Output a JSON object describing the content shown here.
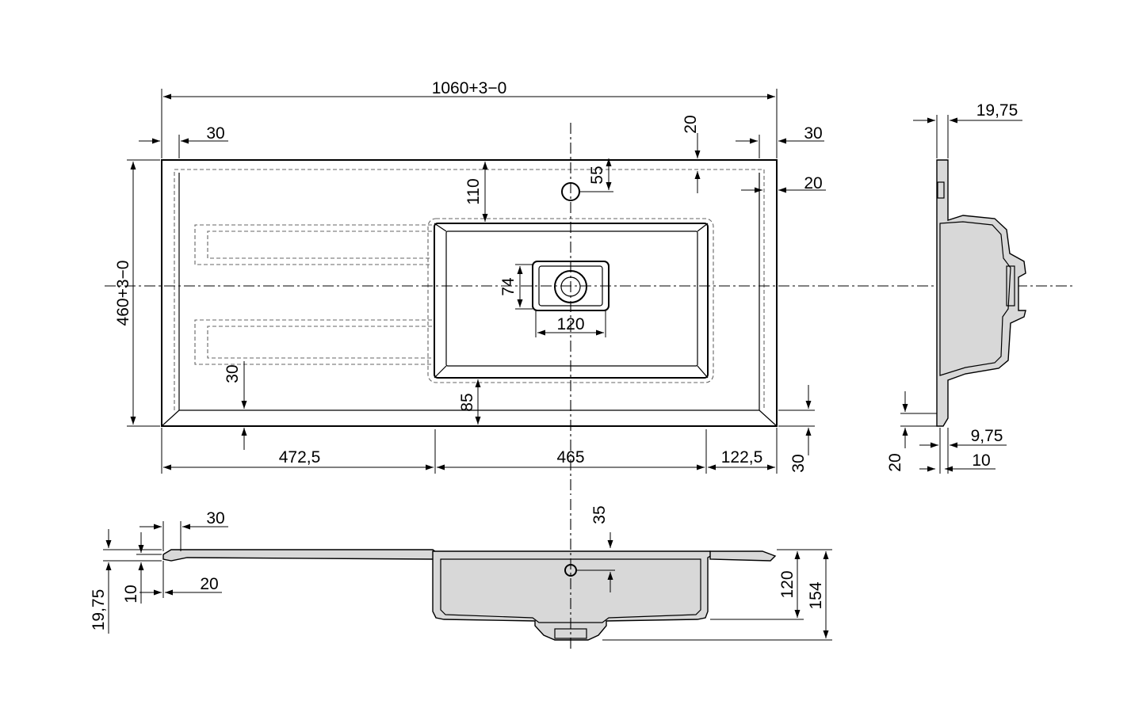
{
  "drawing": {
    "plan": {
      "overall_width": "1060+3−0",
      "overall_depth": "460+3−0",
      "edge_left": "30",
      "edge_right": "30",
      "back_rim": "20",
      "side_rim": "20",
      "tap_hole_offset": "55",
      "bowl_from_back": "110",
      "drain_depth": "74",
      "drain_width": "120",
      "groove_from_front": "30",
      "bowl_from_front": "85",
      "left_section": "472,5",
      "bowl_width": "465",
      "right_section": "122,5",
      "front_lip": "30"
    },
    "side_section": {
      "top_thickness": "19,75",
      "wall": "9,75",
      "lip": "10",
      "front_drop": "20"
    },
    "front_section": {
      "rim_width": "30",
      "rim_inner": "20",
      "thickness": "19,75",
      "lip": "10",
      "tap_hole_offset": "35",
      "bowl_depth": "120",
      "total_height": "154"
    }
  }
}
